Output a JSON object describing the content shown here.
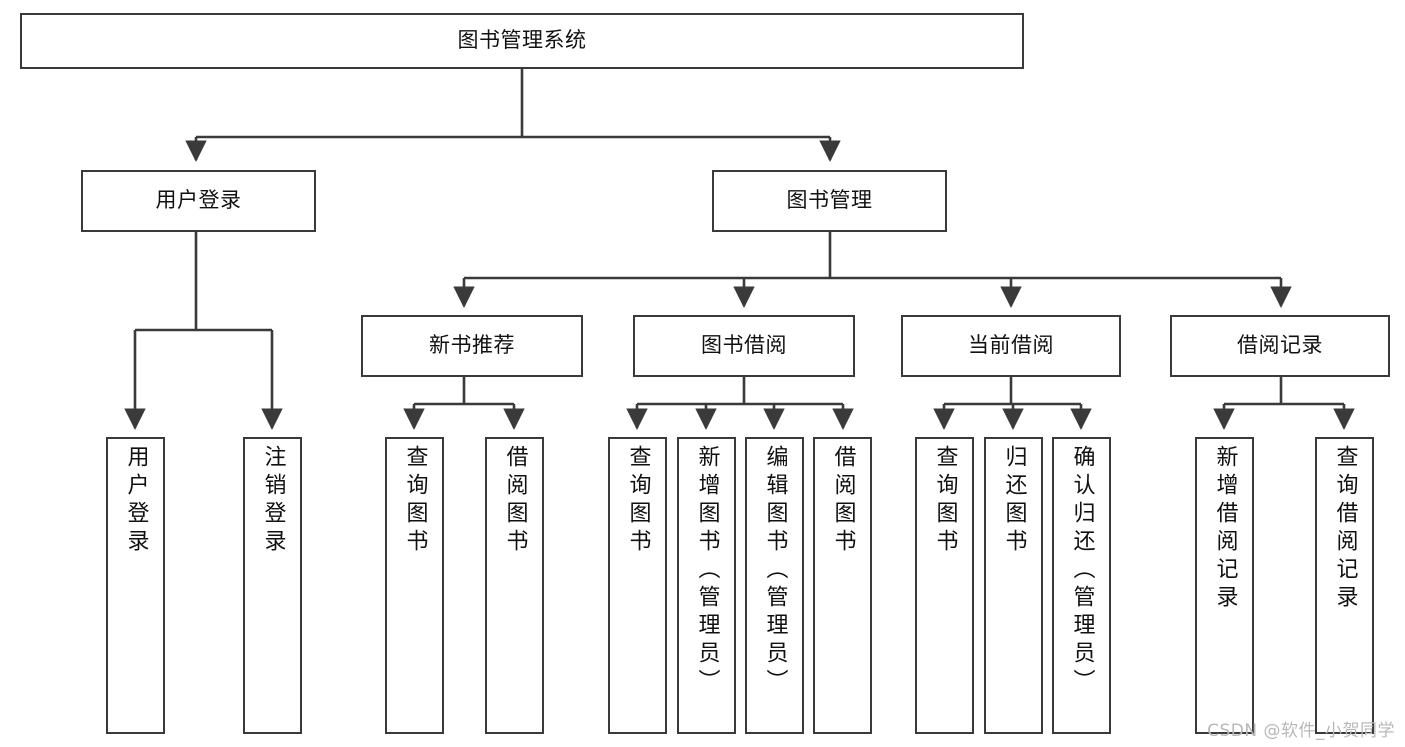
{
  "diagram": {
    "title": "图书管理系统",
    "type": "hierarchy-tree",
    "watermark": "CSDN @软件_小贺同学",
    "style": {
      "box_border_color": "#3a3a3a",
      "box_fill_color": "#ffffff",
      "connector_color": "#3a3a3a",
      "text_color": "#111111",
      "background": "#ffffff"
    },
    "nodes": {
      "root": {
        "label": "图书管理系统"
      },
      "level2": [
        {
          "label": "用户登录"
        },
        {
          "label": "图书管理"
        }
      ],
      "level3": [
        {
          "label": "新书推荐"
        },
        {
          "label": "图书借阅"
        },
        {
          "label": "当前借阅"
        },
        {
          "label": "借阅记录"
        }
      ],
      "leaves": {
        "user_login": [
          {
            "label": "用户登录"
          },
          {
            "label": "注销登录"
          }
        ],
        "new_book_recommend": [
          {
            "label": "查询图书"
          },
          {
            "label": "借阅图书"
          }
        ],
        "book_borrow": [
          {
            "label": "查询图书"
          },
          {
            "label": "新增图书（管理员）"
          },
          {
            "label": "编辑图书（管理员）"
          },
          {
            "label": "借阅图书"
          }
        ],
        "current_borrow": [
          {
            "label": "查询图书"
          },
          {
            "label": "归还图书"
          },
          {
            "label": "确认归还（管理员）"
          }
        ],
        "borrow_record": [
          {
            "label": "新增借阅记录"
          },
          {
            "label": "查询借阅记录"
          }
        ]
      }
    }
  }
}
